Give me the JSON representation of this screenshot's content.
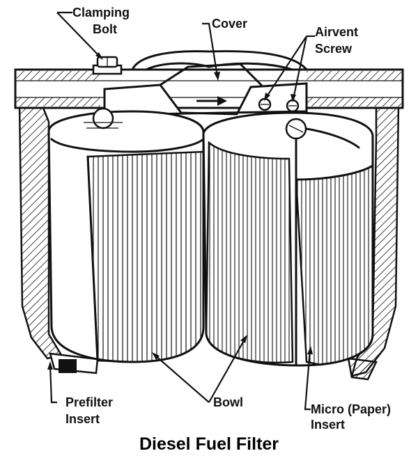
{
  "labels": {
    "clamping_bolt": [
      "Clamping",
      "Bolt"
    ],
    "cover": "Cover",
    "airvent_screw": [
      "Airvent",
      "Screw"
    ],
    "prefilter_insert": [
      "Prefilter",
      "Insert"
    ],
    "bowl": "Bowl",
    "micro_paper_insert": [
      "Micro (Paper)",
      "Insert"
    ]
  },
  "caption": "Diesel Fuel Filter"
}
